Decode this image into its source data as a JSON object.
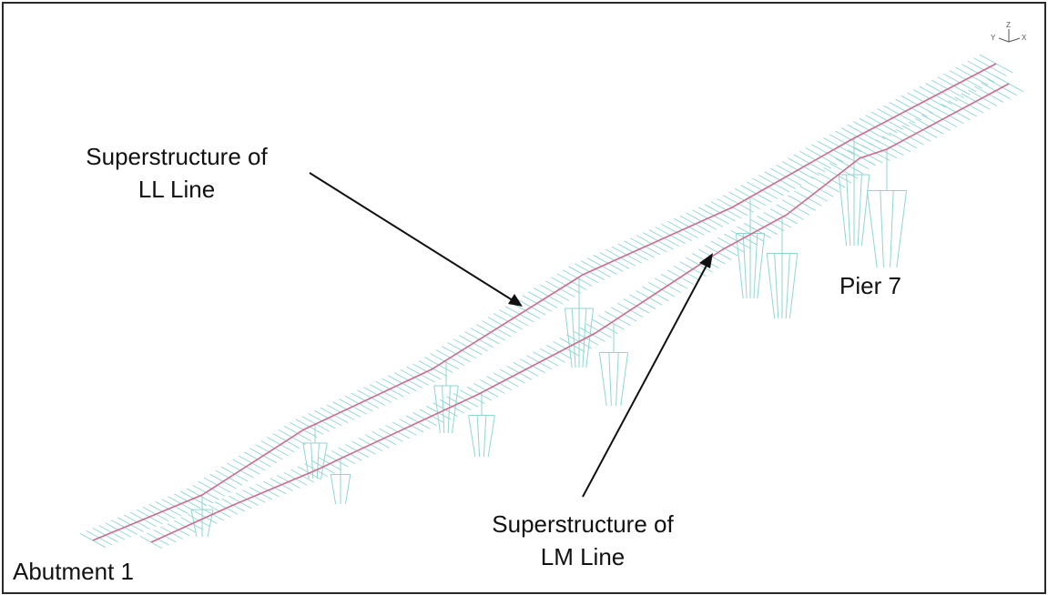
{
  "colors": {
    "background": "#ffffff",
    "frame_border": "#2a2a2a",
    "structure_lines": "#8fd6d2",
    "centerline": "#d06a8f",
    "arrow": "#111111",
    "text": "#111111"
  },
  "axis_triad": {
    "y": "Y",
    "z": "Z",
    "x": "X"
  },
  "labels": {
    "superstructure_ll": {
      "line1": "Superstructure of",
      "line2": "LL Line"
    },
    "superstructure_lm": {
      "line1": "Superstructure of",
      "line2": "LM Line"
    },
    "pier_7": "Pier 7",
    "abutment_1": "Abutment 1"
  }
}
